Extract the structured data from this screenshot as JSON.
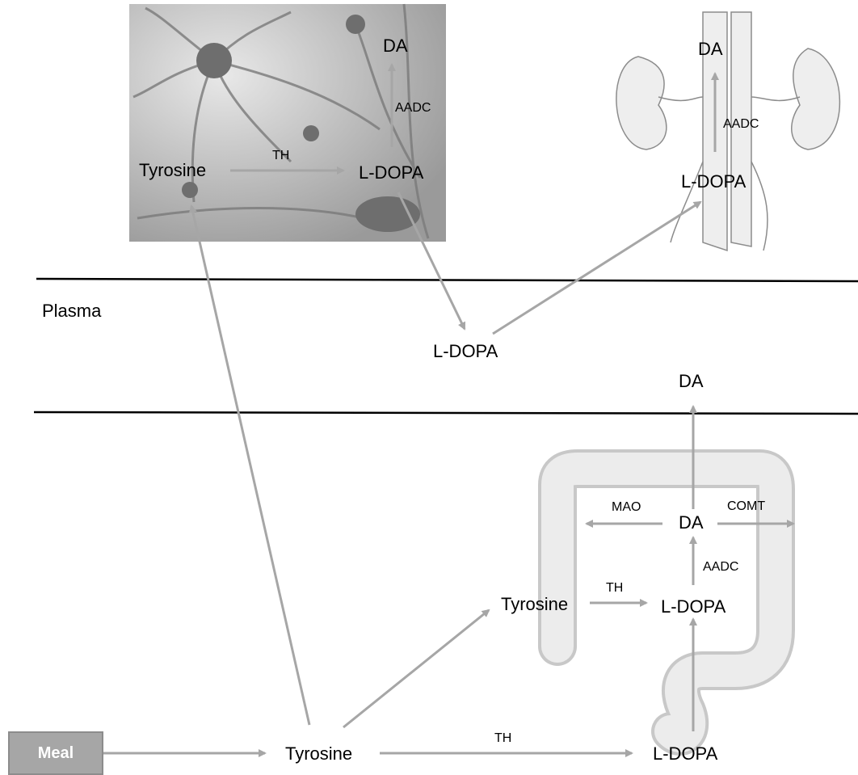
{
  "compartments": {
    "plasma_label": "Plasma"
  },
  "meal": {
    "label": "Meal"
  },
  "neuron": {
    "tyrosine": "Tyrosine",
    "l_dopa": "L-DOPA",
    "da": "DA",
    "th": "TH",
    "aadc": "AADC"
  },
  "kidney": {
    "l_dopa": "L-DOPA",
    "da": "DA",
    "aadc": "AADC"
  },
  "plasma": {
    "l_dopa": "L-DOPA",
    "da": "DA"
  },
  "gut": {
    "tyrosine": "Tyrosine",
    "l_dopa": "L-DOPA",
    "da": "DA",
    "th": "TH",
    "aadc": "AADC",
    "mao": "MAO",
    "comt": "COMT"
  },
  "bottom": {
    "tyrosine": "Tyrosine",
    "l_dopa": "L-DOPA",
    "th": "TH"
  },
  "colors": {
    "arrow": "#a6a6a6",
    "divider": "#000000",
    "meal_box": "#a6a6a6"
  }
}
